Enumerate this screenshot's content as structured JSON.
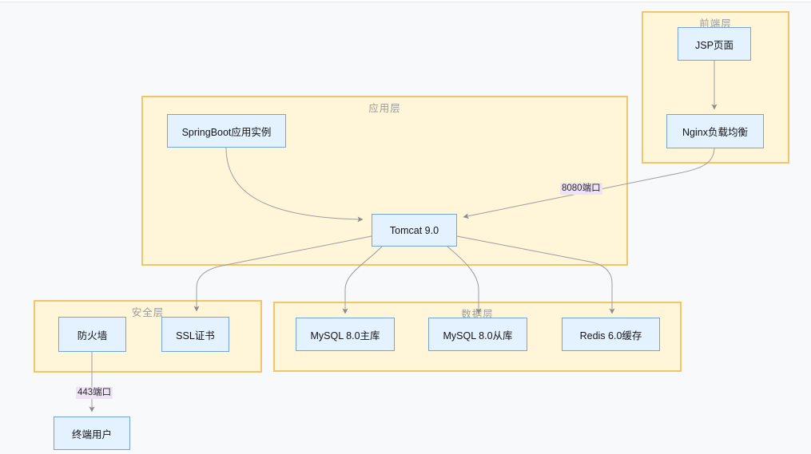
{
  "diagram": {
    "type": "architecture-diagram",
    "colors": {
      "canvas_background": "#f8f9fb",
      "layer_fill": "#fff6da",
      "layer_border": "#f3c569",
      "layer_title_text": "#9b9b99",
      "node_fill": "#e4f2ff",
      "node_border": "#74a4dc",
      "node_text": "#141414",
      "edge_stroke": "#9d9d9b",
      "edge_label_background": "#efe2f6"
    },
    "containers": [
      {
        "id": "frontend",
        "title": "前端层"
      },
      {
        "id": "application",
        "title": "应用层"
      },
      {
        "id": "security",
        "title": "安全层"
      },
      {
        "id": "data",
        "title": "数据层"
      }
    ],
    "nodes": [
      {
        "id": "jsp",
        "label": "JSP页面",
        "layer": "frontend"
      },
      {
        "id": "nginx",
        "label": "Nginx负载均衡",
        "layer": "frontend"
      },
      {
        "id": "springboot",
        "label": "SpringBoot应用实例",
        "layer": "application"
      },
      {
        "id": "tomcat",
        "label": "Tomcat 9.0",
        "layer": "application"
      },
      {
        "id": "firewall",
        "label": "防火墙",
        "layer": "security"
      },
      {
        "id": "ssl",
        "label": "SSL证书",
        "layer": "security"
      },
      {
        "id": "mysql_master",
        "label": "MySQL 8.0主库",
        "layer": "data"
      },
      {
        "id": "mysql_slave",
        "label": "MySQL 8.0从库",
        "layer": "data"
      },
      {
        "id": "redis",
        "label": "Redis 6.0缓存",
        "layer": "data"
      },
      {
        "id": "enduser",
        "label": "终端用户",
        "layer": "none"
      }
    ],
    "edges": [
      {
        "from": "jsp",
        "to": "nginx",
        "label": ""
      },
      {
        "from": "nginx",
        "to": "tomcat",
        "label": "8080端口"
      },
      {
        "from": "springboot",
        "to": "tomcat",
        "label": ""
      },
      {
        "from": "tomcat",
        "to": "ssl",
        "label": ""
      },
      {
        "from": "tomcat",
        "to": "mysql_master",
        "label": ""
      },
      {
        "from": "tomcat",
        "to": "mysql_slave",
        "label": ""
      },
      {
        "from": "tomcat",
        "to": "redis",
        "label": ""
      },
      {
        "from": "firewall",
        "to": "enduser",
        "label": "443端口"
      }
    ]
  }
}
